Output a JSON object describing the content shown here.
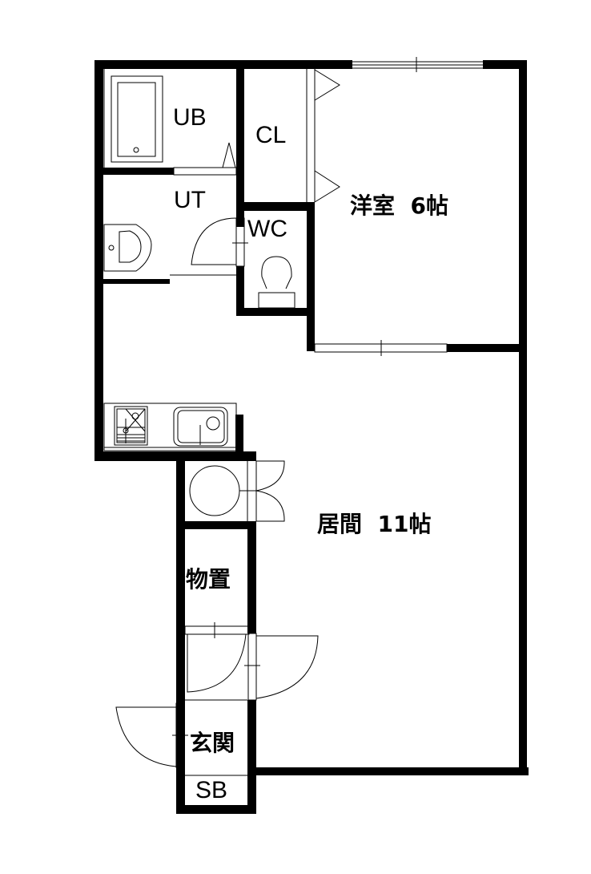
{
  "floor_plan": {
    "colors": {
      "wall": "#000000",
      "background": "#ffffff",
      "line": "#000000"
    },
    "rooms": [
      {
        "id": "ub",
        "label": "UB"
      },
      {
        "id": "cl",
        "label": "CL"
      },
      {
        "id": "ut",
        "label": "UT"
      },
      {
        "id": "wc",
        "label": "WC"
      },
      {
        "id": "western_room",
        "label": "洋室  6帖"
      },
      {
        "id": "living_room",
        "label": "居間  11帖"
      },
      {
        "id": "storage",
        "label": "物置"
      },
      {
        "id": "entrance",
        "label": "玄関"
      },
      {
        "id": "shoe_box",
        "label": "SB"
      }
    ]
  }
}
